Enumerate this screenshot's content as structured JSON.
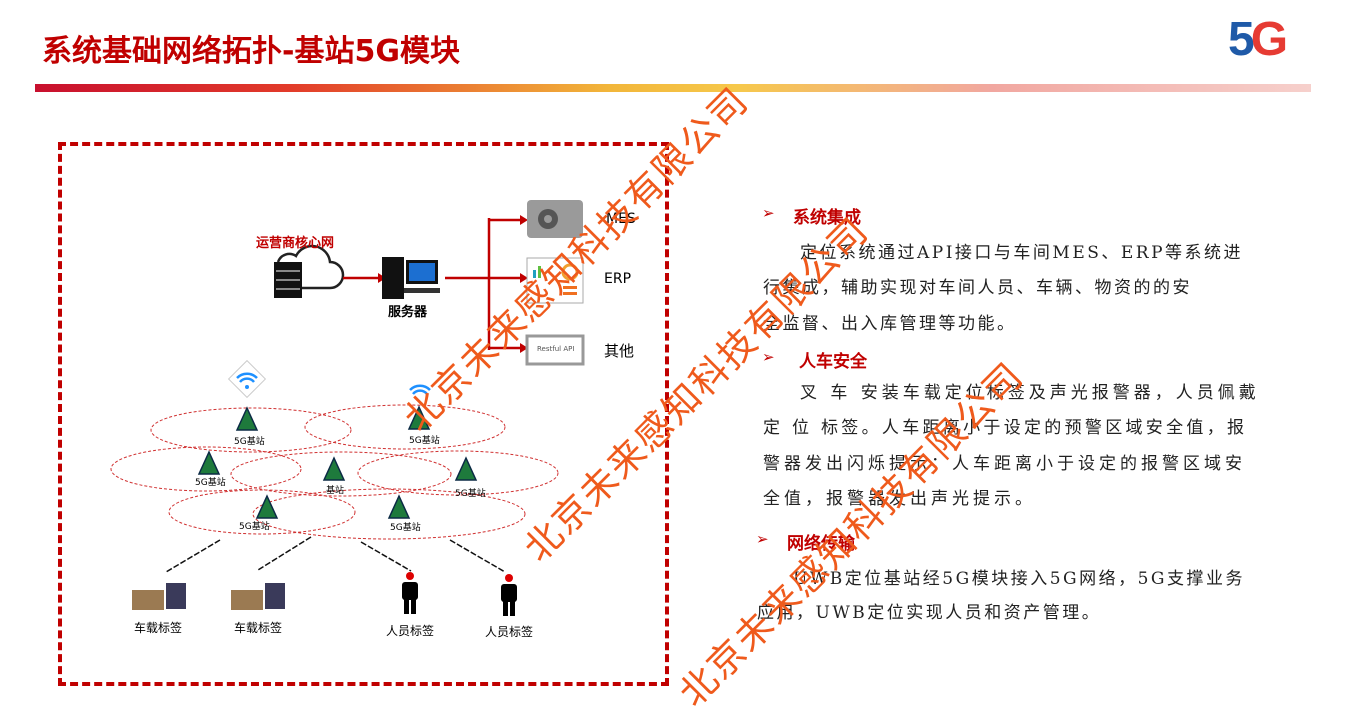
{
  "title": "系统基础网络拓扑-基站5G模块",
  "logo": {
    "five": "5",
    "g": "G"
  },
  "diagram": {
    "core_network": "运营商核心网",
    "server": "服务器",
    "systems": [
      "MES",
      "ERP",
      "其他"
    ],
    "restful_label": "Restful API",
    "stations": [
      "5G基站",
      "5G基站",
      "5G基站",
      "基站",
      "5G基站",
      "5G基站",
      "5G基站"
    ],
    "devices": [
      "车载标签",
      "车载标签",
      "人员标签",
      "人员标签"
    ]
  },
  "sections": [
    {
      "heading": "系统集成",
      "lines": [
        "定位系统通过API接口与车间MES、ERP等系统进",
        "行集成，辅助实现对车间人员、车辆、物资的的安",
        "全监督、出入库管理等功能。"
      ]
    },
    {
      "heading": "人车安全",
      "lines": [
        "叉 车 安装车载定位标签及声光报警器，人员佩戴",
        "定 位 标签。人车距离小于设定的预警区域安全值，报",
        "警器发出闪烁提示；人车距离小于设定的报警区域安",
        "全值，报警器发出声光提示。"
      ]
    },
    {
      "heading": "网络传输",
      "lines": [
        "UWB定位基站经5G模块接入5G网络，5G支撑业务",
        "应用，UWB定位实现人员和资产管理。"
      ]
    }
  ],
  "watermark": "北京未来感知科技有限公司",
  "colors": {
    "accent": "#c00000",
    "watermark": "#ef5a1c",
    "station": "#1e7a3c"
  }
}
